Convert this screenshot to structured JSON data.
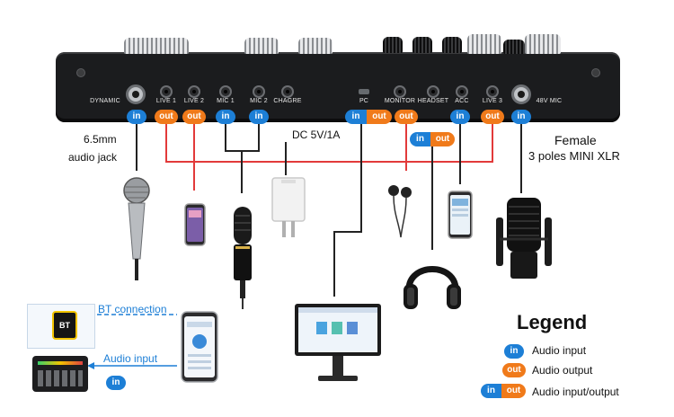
{
  "ports": {
    "dynamic": "DYNAMIC",
    "live1": "LIVE 1",
    "live2": "LIVE 2",
    "mic1": "MIC 1",
    "mic2": "MIC 2",
    "chagre": "CHAGRE",
    "pc": "PC",
    "monitor": "MONITOR",
    "headset": "HEADSET",
    "acc": "ACC",
    "live3": "LIVE 3",
    "mic48v": "48V MIC"
  },
  "badges": {
    "in": "in",
    "out": "out"
  },
  "labels": {
    "jack_line1": "6.5mm",
    "jack_line2": "audio jack",
    "dc": "DC 5V/1A",
    "xlr_line1": "Female",
    "xlr_line2": "3 poles MINI XLR",
    "bt_connection": "BT connection",
    "audio_input": "Audio input",
    "bt_device": "BT"
  },
  "legend": {
    "title": "Legend",
    "items": [
      {
        "badge": "in",
        "text": "Audio input"
      },
      {
        "badge": "out",
        "text": "Audio output"
      },
      {
        "badge": "in out",
        "text": "Audio input/output"
      }
    ]
  },
  "colors": {
    "in": "#1d7fd6",
    "out": "#f07a1a",
    "wire_red": "#e23a3a",
    "wire_blue": "#1d7fd6",
    "wire_black": "#222222"
  }
}
